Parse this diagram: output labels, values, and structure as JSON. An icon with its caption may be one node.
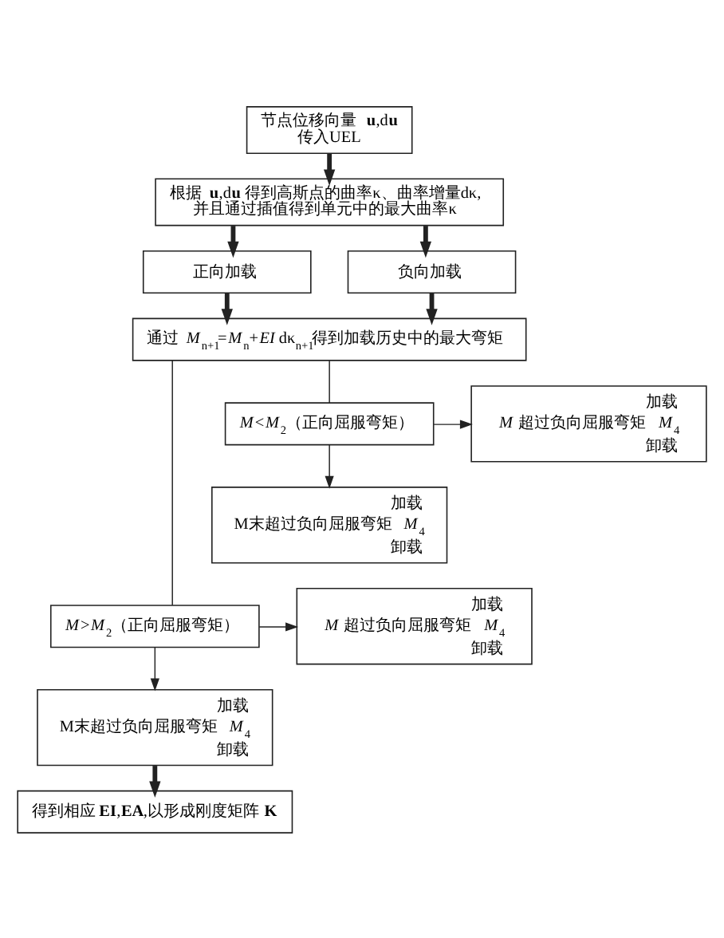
{
  "diagram": {
    "nodes": [
      {
        "text": [
          "节点位移向量 **u**,d**u** 传入UEL"
        ]
      },
      {
        "text": [
          "根据 **u**,d**u** 得到高斯点的曲率κ、曲率增量dκ,并且通过插值得到单元中的最大曲率κ"
        ]
      },
      {
        "text": [
          "正向加载"
        ]
      },
      {
        "text": [
          "负向加载"
        ]
      },
      {
        "text": [
          "通过 *M*$_{n+1}$=*M*$_{n}$+*EI* dκ$_{n+1}$得到加载历史中的最大弯矩"
        ]
      },
      {
        "text": [
          "加载",
          "*M* 超过负向屈服弯矩 *M*$_{4}$",
          "卸载"
        ]
      },
      {
        "text": [
          "*M*<*M*$_{2}$（正向屈服弯矩）"
        ]
      },
      {
        "text": [
          "加载",
          "M末超过负向屈服弯矩 *M*$_{4}$",
          "卸载"
        ]
      },
      {
        "text": [
          "加载",
          "*M* 超过负向屈服弯矩 *M*$_{4}$",
          "卸载"
        ]
      },
      {
        "text": [
          "*M*>*M*$_{2}$（正向屈服弯矩）"
        ]
      },
      {
        "text": [
          "加载",
          "M末超过负向屈服弯矩 *M*$_{4}$",
          "卸载"
        ]
      },
      {
        "text": [
          "得到相应**EI**,**EA**,以形成刚度矩阵**K**"
        ]
      }
    ],
    "edges": [
      {
        "from": 0,
        "to": 1,
        "arrow": "to",
        "style": "thick"
      },
      {
        "from": 1,
        "to": 2,
        "arrow": "to",
        "style": "thick"
      },
      {
        "from": 1,
        "to": 3,
        "arrow": "to",
        "style": "thick"
      },
      {
        "from": 2,
        "to": 4,
        "arrow": "to",
        "style": "thick"
      },
      {
        "from": 3,
        "to": 4,
        "arrow": "to",
        "style": "thick"
      },
      {
        "from": 4,
        "to": 9,
        "arrow": "none"
      },
      {
        "from": 4,
        "to": 6,
        "arrow": "none"
      },
      {
        "from": 6,
        "to": 5,
        "arrow": "to"
      },
      {
        "from": 6,
        "to": 7,
        "arrow": "to"
      },
      {
        "from": 9,
        "to": 8,
        "arrow": "to"
      },
      {
        "from": 9,
        "to": 10,
        "arrow": "to"
      },
      {
        "from": 10,
        "to": 11,
        "arrow": "to",
        "style": "thick"
      }
    ]
  }
}
